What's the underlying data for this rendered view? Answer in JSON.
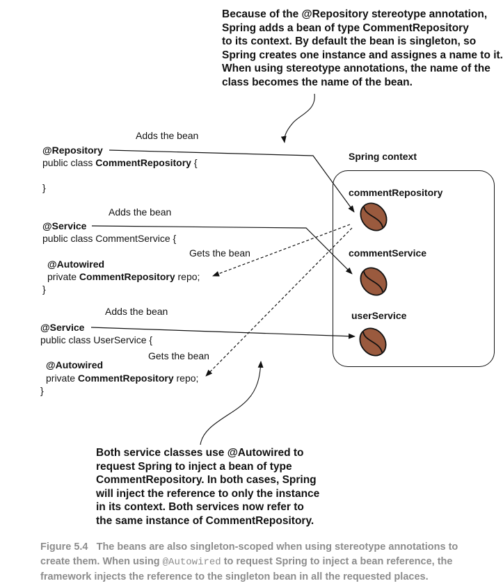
{
  "callouts": {
    "top": [
      "Because of the @Repository stereotype annotation,",
      "Spring adds a bean of type CommentRepository",
      "to its context. By default the bean is singleton, so",
      "Spring creates one instance and assignes a name to it.",
      "When using stereotype annotations, the name of the",
      "class becomes the name of the bean."
    ],
    "bottom": [
      "Both service classes use @Autowired to",
      "request Spring to inject a bean of type",
      "CommentRepository. In both cases, Spring",
      "will inject the reference to only the instance",
      "in its context. Both services now refer to",
      "the same instance of CommentRepository."
    ]
  },
  "labels": {
    "adds_bean": "Adds the bean",
    "gets_bean": "Gets the bean"
  },
  "code": {
    "repository": {
      "annotation": "@Repository",
      "decl_prefix": "public class ",
      "class_name": "CommentRepository",
      "decl_suffix": " {",
      "close": "}"
    },
    "comment_service": {
      "annotation": "@Service",
      "decl": "public class CommentService {",
      "field_annotation": "@Autowired",
      "field_prefix": "private ",
      "field_type": "CommentRepository",
      "field_suffix": " repo;",
      "close": "}"
    },
    "user_service": {
      "annotation": "@Service",
      "decl": "public class UserService {",
      "field_annotation": "@Autowired",
      "field_prefix": "private ",
      "field_type": "CommentRepository",
      "field_suffix": " repo;",
      "close": "}"
    }
  },
  "context": {
    "title": "Spring context",
    "beans": [
      "commentRepository",
      "commentService",
      "userService"
    ]
  },
  "colors": {
    "bean_fill": "#9a5a3e",
    "bean_stroke": "#111111",
    "caption": "#8c8c8c"
  },
  "caption": {
    "figure": "Figure 5.4",
    "line1": "The beans are also singleton-scoped when using stereotype annotations to",
    "line2_pre": "create them. When using ",
    "line2_code": "@Autowired",
    "line2_post": " to request Spring to inject a bean reference, the",
    "line3": "framework injects the reference to the singleton bean in all the requested places."
  }
}
